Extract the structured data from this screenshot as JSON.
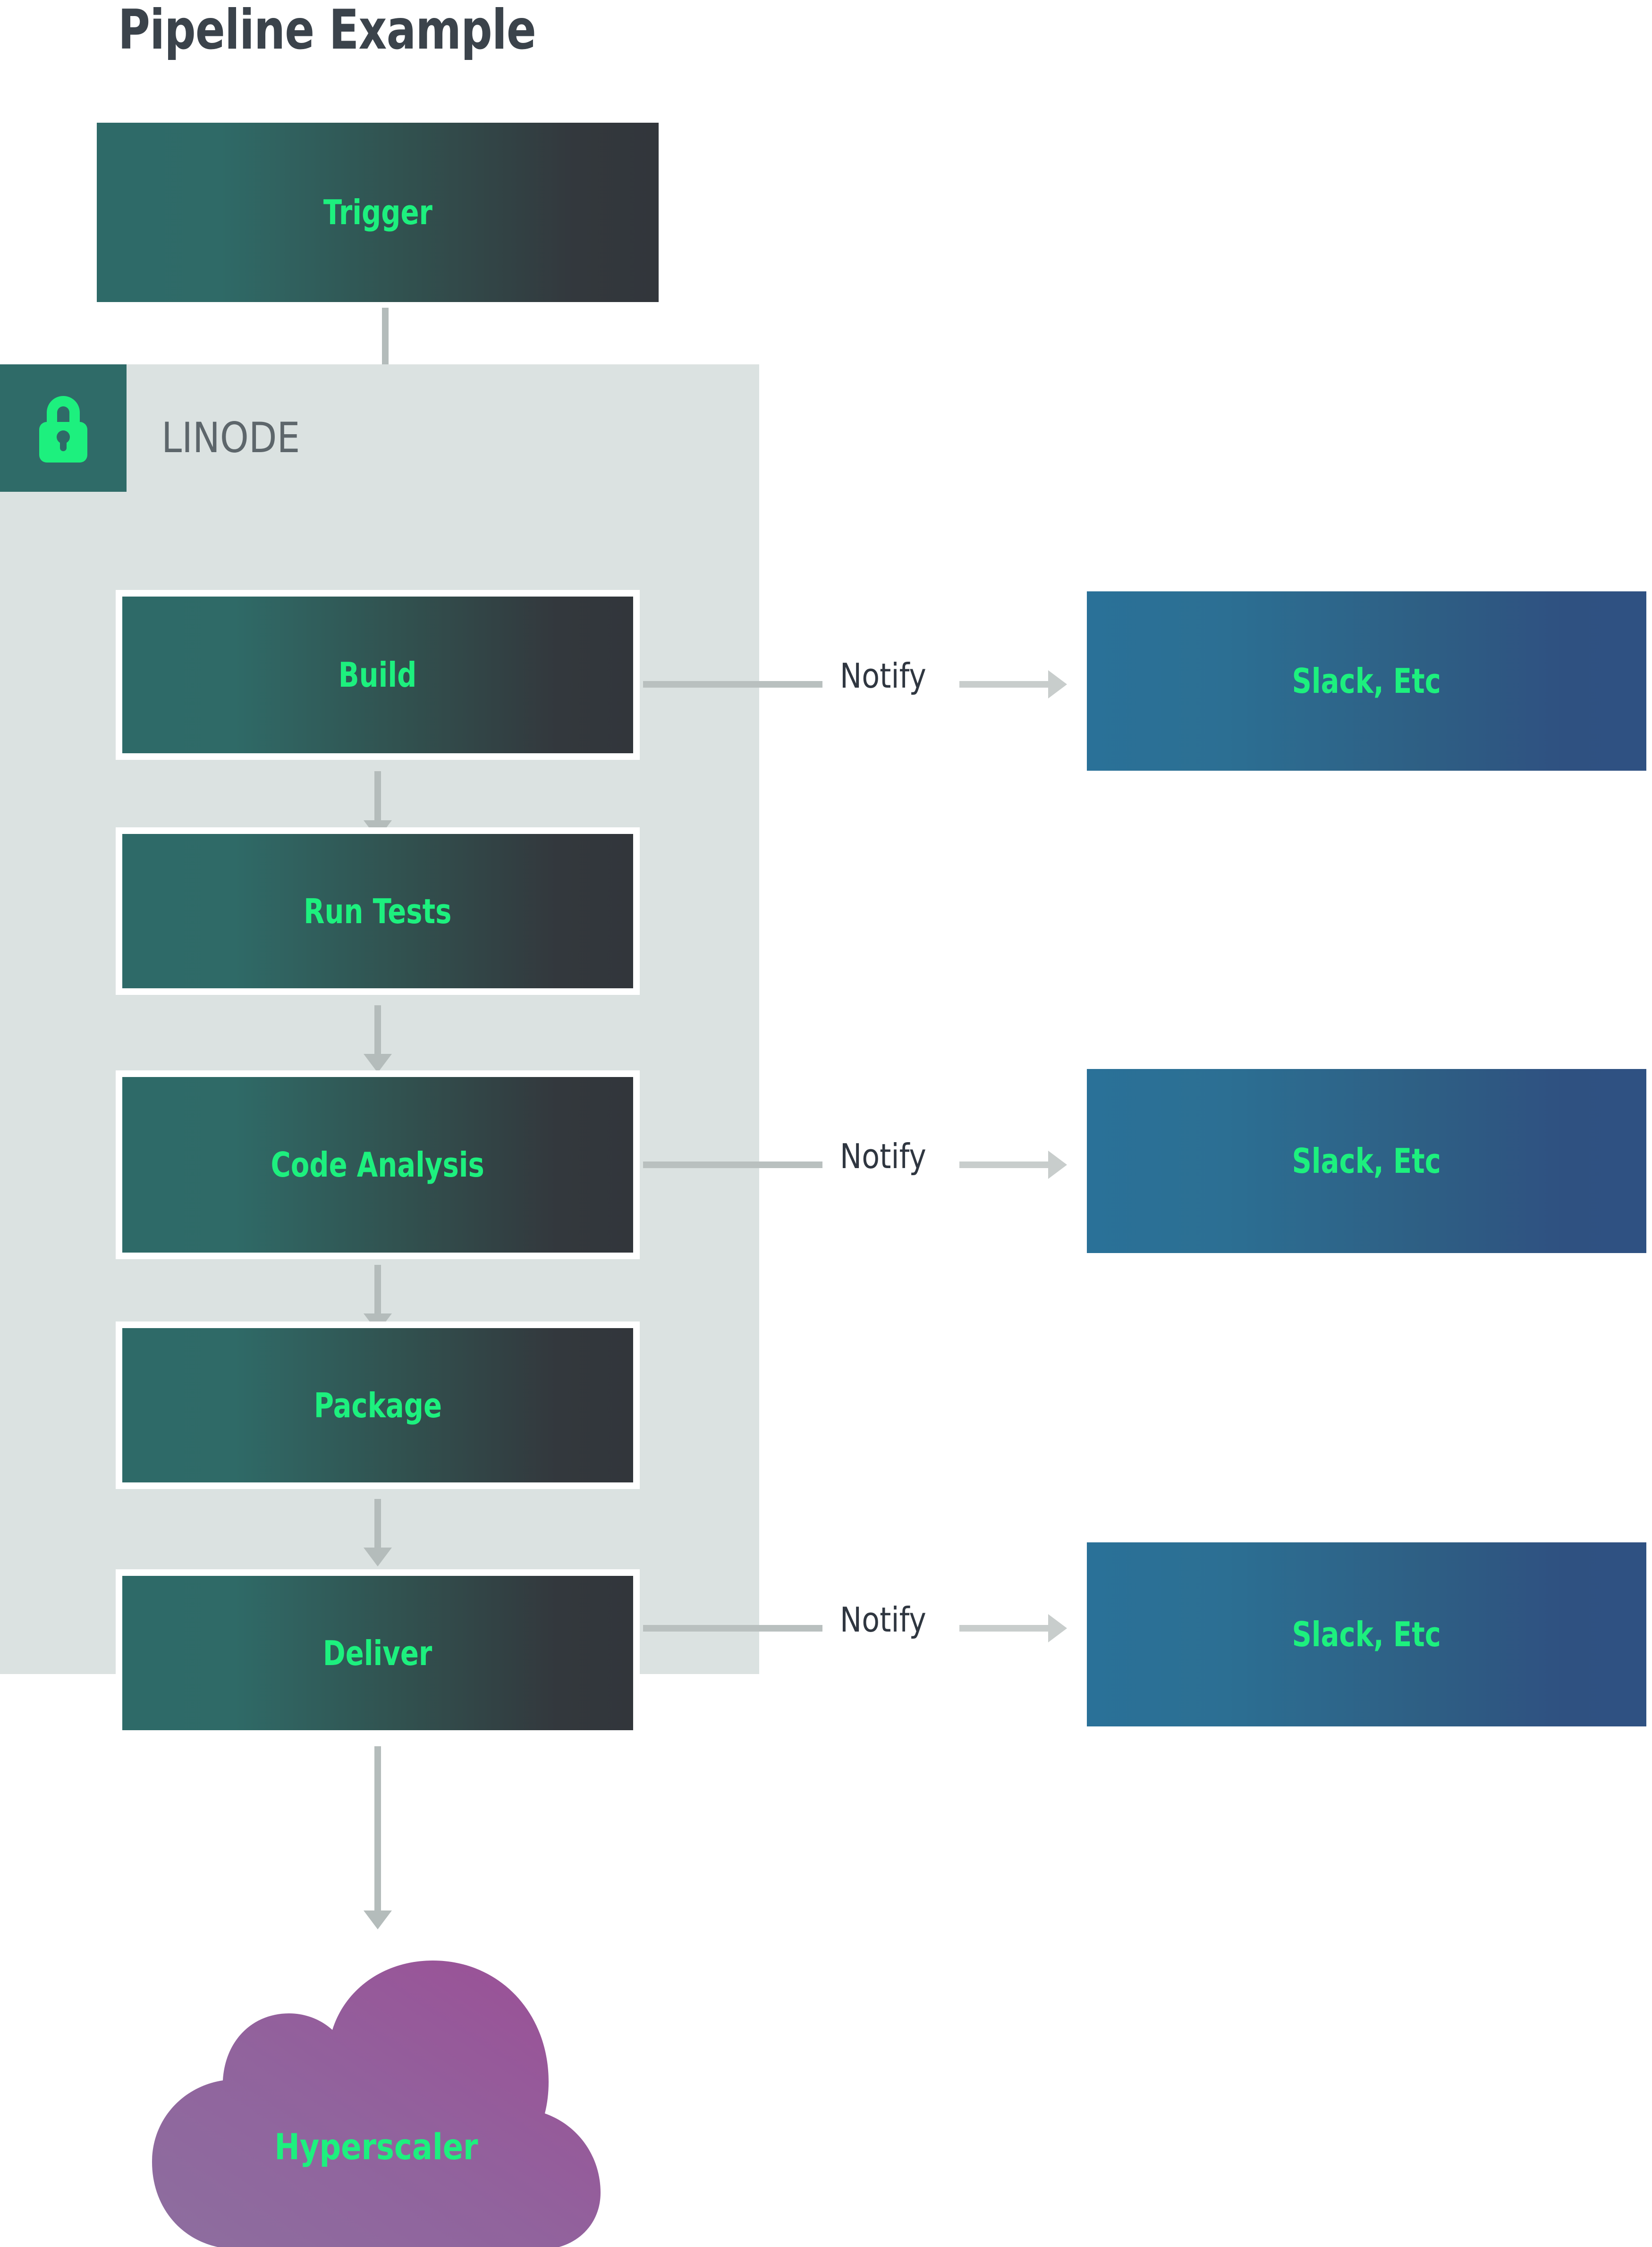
{
  "diagram": {
    "title": "Pipeline Example",
    "group": {
      "label": "LINODE",
      "badge_icon": "lock-icon"
    },
    "nodes": {
      "trigger": {
        "label": "Trigger"
      },
      "build": {
        "label": "Build"
      },
      "run_tests": {
        "label": "Run Tests"
      },
      "code_analysis": {
        "label": "Code Analysis"
      },
      "package": {
        "label": "Package"
      },
      "deliver": {
        "label": "Deliver"
      },
      "hyperscaler": {
        "label": "Hyperscaler"
      },
      "notify_targets": [
        {
          "label": "Slack, Etc"
        },
        {
          "label": "Slack, Etc"
        },
        {
          "label": "Slack, Etc"
        }
      ]
    },
    "edges": {
      "notify_1": {
        "label": "Notify"
      },
      "notify_2": {
        "label": "Notify"
      },
      "notify_3": {
        "label": "Notify"
      }
    },
    "colors": {
      "title_text": "#3b434b",
      "node_text": "#1df07e",
      "group_panel": "#dbe2e1",
      "group_badge": "#2f6b68",
      "group_label_text": "#5d666b",
      "stage_gradient_from": "#2e6a68",
      "stage_gradient_to": "#32363b",
      "notify_gradient_from": "#2a7198",
      "notify_gradient_to": "#2f5182",
      "cloud_gradient_from": "#8f6d9e",
      "cloud_gradient_to": "#9b4f96",
      "arrow": "#b4bcbb",
      "edge_label_text": "#2f3640"
    }
  }
}
